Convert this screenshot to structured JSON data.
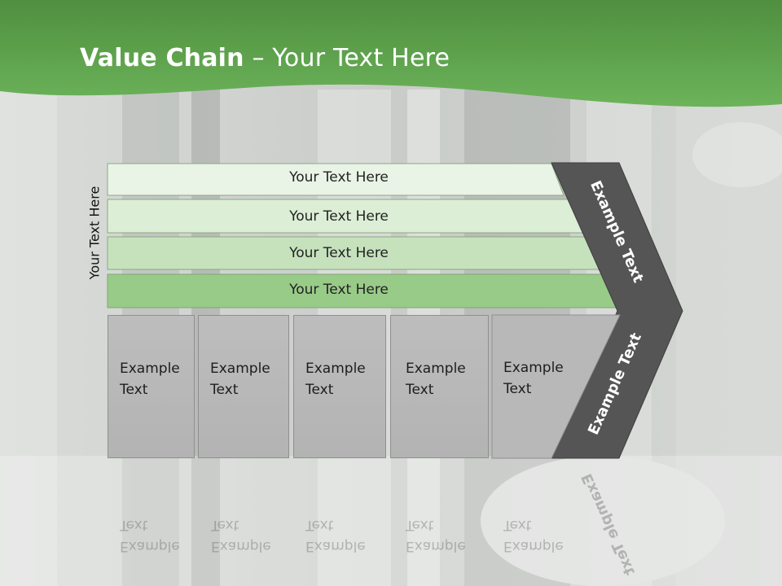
{
  "slide": {
    "title_bold": "Value Chain",
    "title_rest": " – Your Text Here",
    "side_label": "Your Text Here",
    "bands": [
      {
        "label": "Your Text Here",
        "color": "#e9f3e6"
      },
      {
        "label": "Your Text Here",
        "color": "#dceed6"
      },
      {
        "label": "Your Text Here",
        "color": "#c6e2bd"
      },
      {
        "label": "Your Text Here",
        "color": "#99cb88"
      }
    ],
    "boxes": [
      {
        "line1": "Example",
        "line2": "Text"
      },
      {
        "line1": "Example",
        "line2": "Text"
      },
      {
        "line1": "Example",
        "line2": "Text"
      },
      {
        "line1": "Example",
        "line2": "Text"
      },
      {
        "line1": "Example",
        "line2": "Text"
      }
    ],
    "chevron_upper_label": "Example Text",
    "chevron_lower_label": "Example Text",
    "colors": {
      "header_green": "#5ea74e",
      "chevron_dark": "#555555",
      "box_gray": "#b8b8b8"
    }
  }
}
